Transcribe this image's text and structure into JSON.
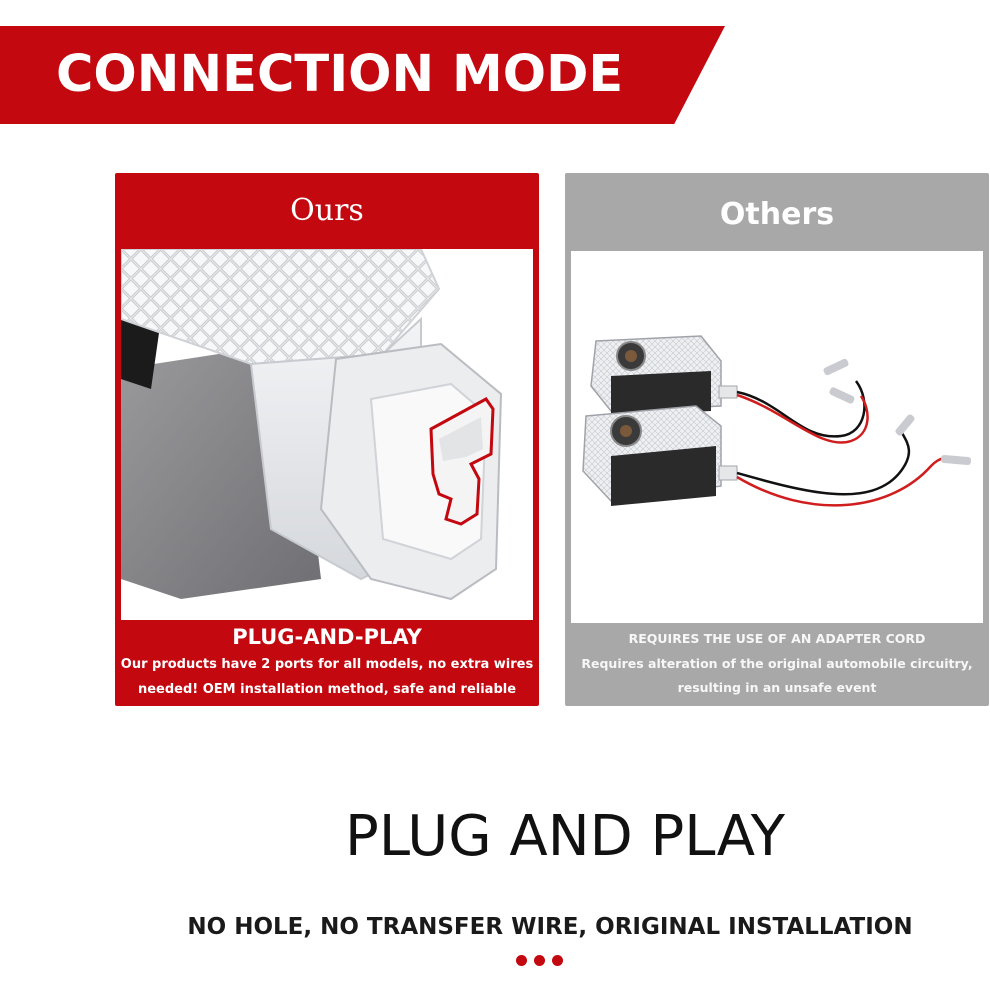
{
  "banner": {
    "title": "CONNECTION MODE"
  },
  "ours": {
    "heading": "Ours",
    "subtitle": "PLUG-AND-PLAY",
    "line1": "Our products have 2 ports for all models, no extra wires",
    "line2": "needed! OEM installation method, safe and reliable",
    "image_icon": "connector-closeup-photo"
  },
  "others": {
    "heading": "Others",
    "subtitle": "REQUIRES THE USE OF AN ADAPTER CORD",
    "line1": "Requires alteration of the original automobile circuitry,",
    "line2": "resulting in an unsafe event",
    "image_icon": "wired-lamps-photo"
  },
  "footer": {
    "title": "PLUG AND PLAY",
    "tagline": "NO HOLE, NO TRANSFER WIRE, ORIGINAL INSTALLATION"
  },
  "colors": {
    "accent": "#c3080f",
    "gray_panel": "#a8a8a8"
  }
}
